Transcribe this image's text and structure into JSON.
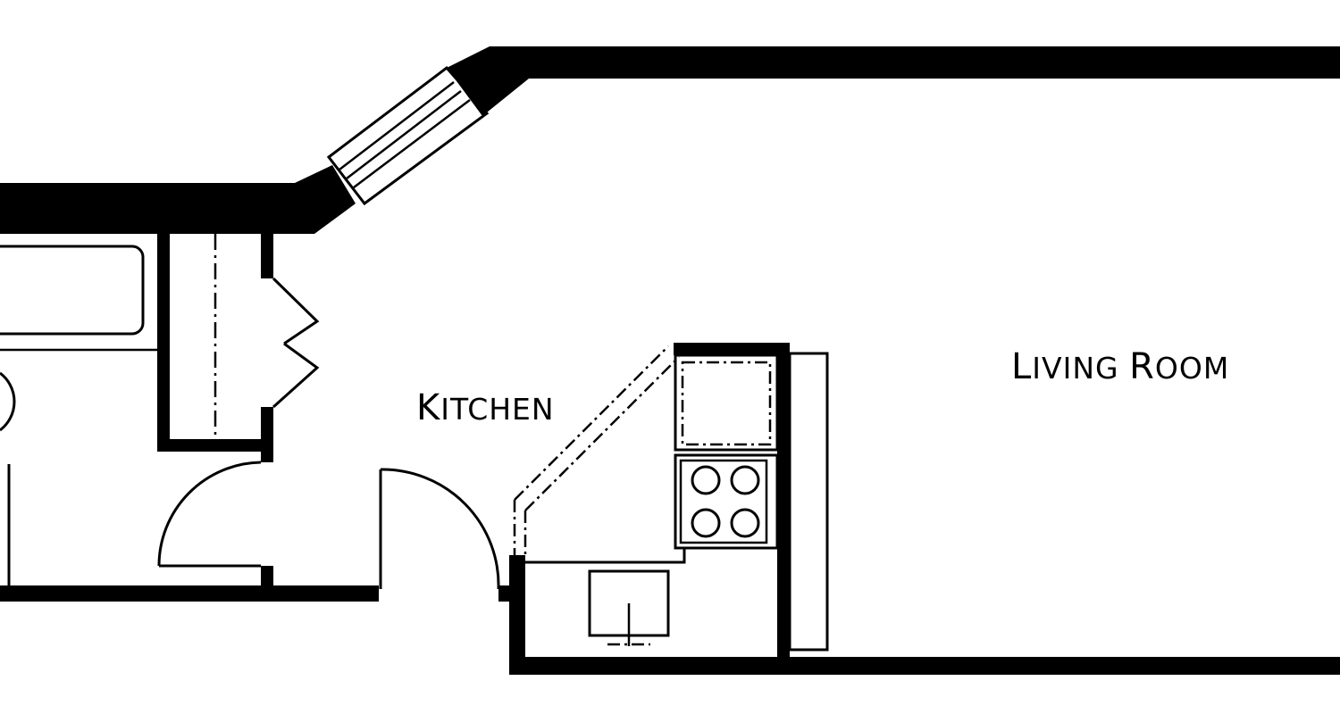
{
  "rooms": {
    "kitchen": {
      "label_first": "K",
      "label_rest": "ITCHEN"
    },
    "living_room": {
      "label_first_a": "L",
      "label_rest_a": "IVING ",
      "label_first_b": "R",
      "label_rest_b": "OOM"
    }
  },
  "colors": {
    "wall": "#000000",
    "background": "#ffffff"
  }
}
